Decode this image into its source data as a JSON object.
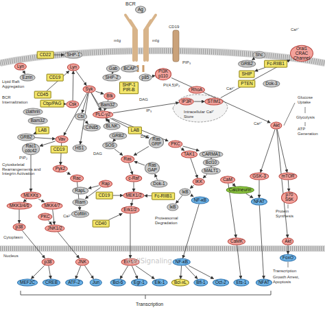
{
  "diagram": {
    "nodes": [
      {
        "text": [
          "Ag"
        ]
      },
      {
        "text": [
          "Lyn"
        ]
      },
      {
        "text": [
          "CD22"
        ]
      },
      {
        "text": [
          "SHP-1"
        ]
      },
      {
        "text": [
          "Lyn"
        ]
      },
      {
        "text": [
          "Ezrin"
        ]
      },
      {
        "text": [
          "CD19"
        ]
      },
      {
        "text": [
          "Syk"
        ]
      },
      {
        "text": [
          "CD45"
        ]
      },
      {
        "text": [
          "clathrin"
        ]
      },
      {
        "text": [
          "Cbp/PAG"
        ]
      },
      {
        "text": [
          "Csk"
        ]
      },
      {
        "text": [
          "Bam32"
        ]
      },
      {
        "text": [
          "Gab"
        ]
      },
      {
        "text": [
          "BCAP"
        ]
      },
      {
        "text": [
          "SHP-2"
        ]
      },
      {
        "text": [
          "p85"
        ]
      },
      {
        "text": [
          "PI3K p110"
        ]
      },
      {
        "text": [
          "Shc"
        ]
      },
      {
        "text": [
          "GRB2"
        ]
      },
      {
        "text": [
          "Fc-RIIB1"
        ]
      },
      {
        "text": [
          "SHIP"
        ]
      },
      {
        "text": [
          "PTEN"
        ]
      },
      {
        "text": [
          "Dok-3"
        ]
      },
      {
        "text": [
          "Orai1 CRAC Channel"
        ]
      },
      {
        "text": [
          "SHP-1 PIR-B"
        ]
      },
      {
        "text": [
          "Btk"
        ]
      },
      {
        "text": [
          "Bam32"
        ]
      },
      {
        "text": [
          "PLC-γ2"
        ]
      },
      {
        "text": [
          "Cbl"
        ]
      },
      {
        "text": [
          "CIN85"
        ]
      },
      {
        "text": [
          "BLNK"
        ]
      },
      {
        "text": [
          "GRB2"
        ]
      },
      {
        "text": [
          "LAB"
        ]
      },
      {
        "text": [
          "SOS"
        ]
      },
      {
        "text": [
          "RhoA"
        ]
      },
      {
        "text": [
          "IP3R"
        ]
      },
      {
        "text": [
          "STIM1"
        ]
      },
      {
        "text": [
          "Akt"
        ]
      },
      {
        "text": [
          "LAB"
        ]
      },
      {
        "text": [
          "GRB2"
        ]
      },
      {
        "text": [
          "Vav"
        ]
      },
      {
        "text": [
          "Rac1 cdc42"
        ]
      },
      {
        "text": [
          "CD19"
        ]
      },
      {
        "text": [
          "HS1"
        ]
      },
      {
        "text": [
          "Pyk2"
        ]
      },
      {
        "text": [
          "Rac"
        ]
      },
      {
        "text": [
          "RapL"
        ]
      },
      {
        "text": [
          "Riam"
        ]
      },
      {
        "text": [
          "Cofilin"
        ]
      },
      {
        "text": [
          "Rap"
        ]
      },
      {
        "text": [
          "MEKKs"
        ]
      },
      {
        "text": [
          "MKK3/4/6"
        ]
      },
      {
        "text": [
          "MKK4/7"
        ]
      },
      {
        "text": [
          "PKC"
        ]
      },
      {
        "text": [
          "p38"
        ]
      },
      {
        "text": [
          "JNK1/2"
        ]
      },
      {
        "text": [
          "Ras GRP"
        ]
      },
      {
        "text": [
          "PKC"
        ]
      },
      {
        "text": [
          "Ras"
        ]
      },
      {
        "text": [
          "Ras GAP"
        ]
      },
      {
        "text": [
          "TAK1"
        ]
      },
      {
        "text": [
          "CARMA1"
        ]
      },
      {
        "text": [
          "Bcl10"
        ]
      },
      {
        "text": [
          "MALT1"
        ]
      },
      {
        "text": [
          "c-Raf"
        ]
      },
      {
        "text": [
          "Dok-1"
        ]
      },
      {
        "text": [
          "IKK"
        ]
      },
      {
        "text": [
          "CaM"
        ]
      },
      {
        "text": [
          "GSK-3"
        ]
      },
      {
        "text": [
          "mTOR"
        ]
      },
      {
        "text": [
          "Calcineurin"
        ]
      },
      {
        "text": [
          "IκB"
        ]
      },
      {
        "text": [
          "NF-κB"
        ]
      },
      {
        "text": [
          "MEK1/2"
        ]
      },
      {
        "text": [
          "CD19"
        ]
      },
      {
        "text": [
          "Fc-RIIB1"
        ]
      },
      {
        "text": [
          "NFAT"
        ]
      },
      {
        "text": [
          "p70 S6K"
        ]
      },
      {
        "text": [
          "IκB"
        ]
      },
      {
        "text": [
          "Erk1/2"
        ]
      },
      {
        "text": [
          "CD40"
        ]
      },
      {
        "text": [
          "Akt"
        ]
      },
      {
        "text": [
          "FoxO"
        ]
      },
      {
        "text": [
          "p38"
        ]
      },
      {
        "text": [
          "JNK"
        ]
      },
      {
        "text": [
          "Erk1/2"
        ]
      },
      {
        "text": [
          "NF-κB"
        ]
      },
      {
        "text": [
          "CaMK"
        ]
      },
      {
        "text": [
          "MEF2C"
        ]
      },
      {
        "text": [
          "CREB"
        ]
      },
      {
        "text": [
          "ATF-2"
        ]
      },
      {
        "text": [
          "Jun"
        ]
      },
      {
        "text": [
          "Bcl-6"
        ]
      },
      {
        "text": [
          "Egr-1"
        ]
      },
      {
        "text": [
          "Elk-1"
        ]
      },
      {
        "text": [
          "Bcl-xL"
        ]
      },
      {
        "text": [
          "Bfl-1"
        ]
      },
      {
        "text": [
          "Oct-2"
        ]
      },
      {
        "text": [
          "Ets-1"
        ]
      },
      {
        "text": [
          "NFAT"
        ]
      }
    ],
    "edges": [
      {
        "from": 4,
        "to": 7,
        "arrow": "to"
      },
      {
        "from": 7,
        "to": 26,
        "arrow": "to"
      },
      {
        "from": 7,
        "to": 31,
        "arrow": "to"
      },
      {
        "from": 7,
        "to": 28,
        "arrow": "to"
      },
      {
        "from": 26,
        "to": 28,
        "arrow": "to"
      },
      {
        "from": 31,
        "to": 28,
        "arrow": "to"
      },
      {
        "from": 2,
        "to": 3,
        "arrow": "to"
      },
      {
        "from": 1,
        "to": 5,
        "arrow": "to"
      },
      {
        "from": 11,
        "to": 4,
        "arrow": "to"
      },
      {
        "from": 10,
        "to": 11,
        "arrow": "to"
      },
      {
        "from": 8,
        "to": 4,
        "arrow": "to"
      },
      {
        "from": 7,
        "to": 29,
        "arrow": "to"
      },
      {
        "from": 29,
        "to": 30,
        "arrow": "to"
      },
      {
        "from": 7,
        "to": 41,
        "arrow": "to"
      },
      {
        "from": 39,
        "to": 40,
        "arrow": "to"
      },
      {
        "from": 40,
        "to": 41,
        "arrow": "to"
      },
      {
        "from": 41,
        "to": 42,
        "arrow": "to"
      },
      {
        "from": 7,
        "to": 44,
        "arrow": "to"
      },
      {
        "from": 41,
        "to": 45,
        "arrow": "to"
      },
      {
        "from": 45,
        "to": 46,
        "arrow": "to"
      },
      {
        "from": 50,
        "to": 47,
        "arrow": "to"
      },
      {
        "from": 50,
        "to": 48,
        "arrow": "to"
      },
      {
        "from": 46,
        "to": 49,
        "arrow": "to"
      },
      {
        "from": 42,
        "to": 51,
        "arrow": "to"
      },
      {
        "from": 51,
        "to": 52,
        "arrow": "to"
      },
      {
        "from": 51,
        "to": 53,
        "arrow": "to"
      },
      {
        "from": 52,
        "to": 55,
        "arrow": "to"
      },
      {
        "from": 53,
        "to": 56,
        "arrow": "to"
      },
      {
        "from": 54,
        "to": 56,
        "arrow": "to"
      },
      {
        "from": 55,
        "to": 84,
        "arrow": "to"
      },
      {
        "from": 56,
        "to": 85,
        "arrow": "to"
      },
      {
        "from": 28,
        "to": 57,
        "arrow": "to"
      },
      {
        "from": 28,
        "to": 58,
        "arrow": "to"
      },
      {
        "from": 57,
        "to": 59,
        "arrow": "to"
      },
      {
        "from": 32,
        "to": 34,
        "arrow": "to"
      },
      {
        "from": 34,
        "to": 59,
        "arrow": "to"
      },
      {
        "from": 60,
        "to": 59,
        "arrow": "to"
      },
      {
        "from": 66,
        "to": 60,
        "arrow": "to"
      },
      {
        "from": 59,
        "to": 65,
        "arrow": "to"
      },
      {
        "from": 65,
        "to": 74,
        "arrow": "to"
      },
      {
        "from": 74,
        "to": 80,
        "arrow": "to"
      },
      {
        "from": 75,
        "to": 74,
        "arrow": "to"
      },
      {
        "from": 76,
        "to": 74,
        "arrow": "to"
      },
      {
        "from": 80,
        "to": 86,
        "arrow": "to"
      },
      {
        "from": 81,
        "to": 80,
        "arrow": "to"
      },
      {
        "from": 58,
        "to": 61,
        "arrow": "to"
      },
      {
        "from": 58,
        "to": 62,
        "arrow": "to"
      },
      {
        "from": 62,
        "to": 63,
        "arrow": "to"
      },
      {
        "from": 63,
        "to": 64,
        "arrow": "to"
      },
      {
        "from": 64,
        "to": 67,
        "arrow": "to"
      },
      {
        "from": 61,
        "to": 67,
        "arrow": "to"
      },
      {
        "from": 67,
        "to": 72,
        "arrow": "to"
      },
      {
        "from": 72,
        "to": 79,
        "arrow": "to"
      },
      {
        "from": 72,
        "to": 73,
        "arrow": "to"
      },
      {
        "from": 73,
        "to": 87,
        "arrow": "to"
      },
      {
        "from": 28,
        "to": 36,
        "arrow": "to"
      },
      {
        "from": 36,
        "to": 37,
        "arrow": "to"
      },
      {
        "from": 37,
        "to": 24,
        "arrow": "to"
      },
      {
        "from": 68,
        "to": 71,
        "arrow": "to"
      },
      {
        "from": 71,
        "to": 77,
        "arrow": "to"
      },
      {
        "from": 69,
        "to": 77,
        "arrow": "to"
      },
      {
        "from": 77,
        "to": 100,
        "arrow": "to"
      },
      {
        "from": 68,
        "to": 88,
        "arrow": "to"
      },
      {
        "from": 88,
        "to": 99,
        "arrow": "to"
      },
      {
        "from": 17,
        "to": 38,
        "arrow": "to"
      },
      {
        "from": 38,
        "to": 69,
        "arrow": "to"
      },
      {
        "from": 38,
        "to": 70,
        "arrow": "to"
      },
      {
        "from": 70,
        "to": 78,
        "arrow": "to"
      },
      {
        "from": 38,
        "to": 82,
        "arrow": "to"
      },
      {
        "from": 82,
        "to": 83,
        "arrow": "to"
      },
      {
        "from": 18,
        "to": 19,
        "arrow": "to"
      },
      {
        "from": 20,
        "to": 21,
        "arrow": "to"
      },
      {
        "from": 13,
        "to": 15,
        "arrow": "to"
      },
      {
        "from": 16,
        "to": 17,
        "arrow": "to"
      },
      {
        "from": 84,
        "to": 89,
        "arrow": "to"
      },
      {
        "from": 84,
        "to": 90,
        "arrow": "to"
      },
      {
        "from": 85,
        "to": 91,
        "arrow": "to"
      },
      {
        "from": 85,
        "to": 92,
        "arrow": "to"
      },
      {
        "from": 86,
        "to": 93,
        "arrow": "to"
      },
      {
        "from": 86,
        "to": 94,
        "arrow": "to"
      },
      {
        "from": 86,
        "to": 95,
        "arrow": "to"
      },
      {
        "from": 87,
        "to": 96,
        "arrow": "to"
      },
      {
        "from": 87,
        "to": 97,
        "arrow": "to"
      },
      {
        "from": 87,
        "to": 98,
        "arrow": "to"
      }
    ],
    "labels": [
      "BCR",
      "mIg",
      "mIg",
      "CD19",
      "Ca²⁺",
      "Lipid Raft Aggregation",
      "BCR Internalization",
      "PIP₃",
      "PI(4,5)P₂",
      "DAG",
      "IP₃",
      "Ca²⁺",
      "Intracellular Ca²⁺ Store",
      "Ca²⁺",
      "Glucose Uptake",
      "Glycolysis",
      "ATP Generation",
      "PIP₂",
      "DAG",
      "DAG",
      "Cytoskeletal Rearrangements and Integrin Activation",
      "Ca²⁺",
      "Cytoplasm",
      "Nucleus",
      "Proteasomal Degradation",
      "Protein Synthesis",
      "Transcription",
      "Growth Arrest, Apoptosis",
      "Transcription",
      "CellSignaling"
    ]
  }
}
